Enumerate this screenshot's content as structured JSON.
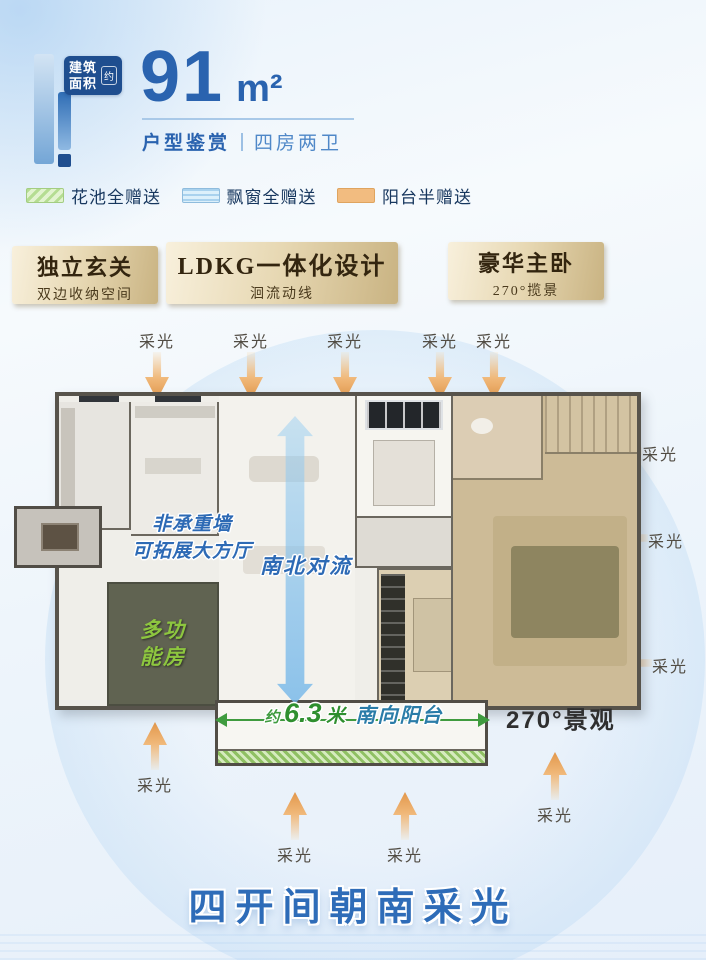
{
  "header": {
    "badge_line1": "建筑",
    "badge_line2": "面积",
    "badge_approx": "约",
    "area_number": "91",
    "area_unit": "m²",
    "subtitle_left": "户型鉴赏",
    "subtitle_right": "四房两卫"
  },
  "legend": {
    "items": [
      {
        "label": "花池全赠送",
        "swatch": "green"
      },
      {
        "label": "飘窗全赠送",
        "swatch": "blue-wave"
      },
      {
        "label": "阳台半赠送",
        "swatch": "orange"
      }
    ]
  },
  "callouts": [
    {
      "title": "独立玄关",
      "subtitle": "双边收纳空间"
    },
    {
      "title": "LDKG一体化设计",
      "subtitle": "洄流动线"
    },
    {
      "title": "豪华主卧",
      "subtitle": "270°揽景"
    }
  ],
  "daylight_label": "采光",
  "plan": {
    "non_bearing_line1": "非承重墙",
    "non_bearing_line2": "可拓展大方厅",
    "convection": "南北对流",
    "multi_room_line1": "多功",
    "multi_room_line2": "能房",
    "balcony_prefix": "约",
    "balcony_number": "6.3",
    "balcony_unit": "米",
    "balcony_suffix": "南向阳台",
    "view_label": "270°景观"
  },
  "footer": {
    "title": "四开间朝南采光"
  },
  "colors": {
    "accent_blue": "#2a63af",
    "gold_box": "#e7d8b3",
    "daylight_orange": "#f0b879",
    "green_annotation": "#2f8f2f",
    "multi_room_green": "#8dc63f"
  }
}
